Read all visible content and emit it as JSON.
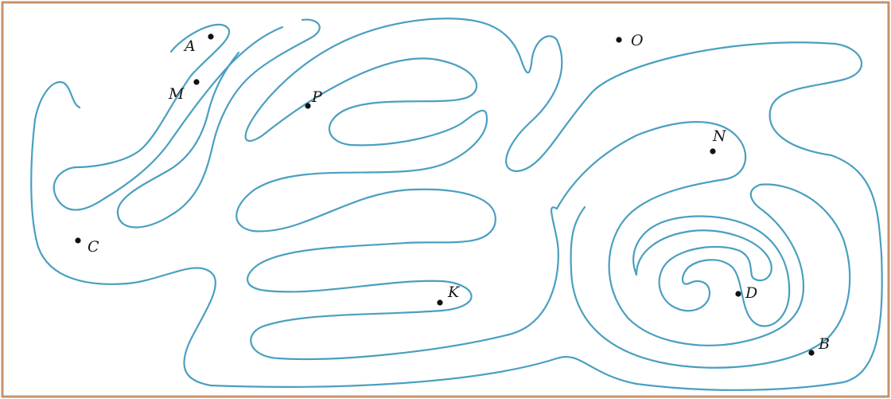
{
  "figure": {
    "line_color": "#4a9fc0",
    "border_color": "#c8926a",
    "background": "#ffffff",
    "points": [
      {
        "id": "point-a",
        "label": "A"
      },
      {
        "id": "point-m",
        "label": "M"
      },
      {
        "id": "point-p",
        "label": "P"
      },
      {
        "id": "point-o",
        "label": "O"
      },
      {
        "id": "point-n",
        "label": "N"
      },
      {
        "id": "point-c",
        "label": "C"
      },
      {
        "id": "point-k",
        "label": "K"
      },
      {
        "id": "point-d",
        "label": "D"
      },
      {
        "id": "point-b",
        "label": "B"
      }
    ]
  }
}
